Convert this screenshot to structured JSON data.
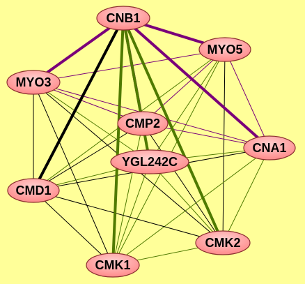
{
  "colors": {
    "background": "#ffff99",
    "node_fill": "#ff8a8a",
    "node_highlight": "#ffd0d0",
    "node_stroke": "#8a2f2f",
    "edge_purple": "#7a007a",
    "edge_green": "#4f7a00",
    "edge_black": "#000000"
  },
  "nodes": [
    {
      "id": "CNB1",
      "label": "CNB1"
    },
    {
      "id": "MYO5",
      "label": "MYO5"
    },
    {
      "id": "MYO3",
      "label": "MYO3"
    },
    {
      "id": "CMP2",
      "label": "CMP2"
    },
    {
      "id": "CNA1",
      "label": "CNA1"
    },
    {
      "id": "YGL242C",
      "label": "YGL242C"
    },
    {
      "id": "CMD1",
      "label": "CMD1"
    },
    {
      "id": "CMK2",
      "label": "CMK2"
    },
    {
      "id": "CMK1",
      "label": "CMK1"
    }
  ],
  "edges": [
    {
      "source": "CNB1",
      "target": "MYO5",
      "color": "purple",
      "weight": "thick"
    },
    {
      "source": "CNB1",
      "target": "CNA1",
      "color": "purple",
      "weight": "thick"
    },
    {
      "source": "CNB1",
      "target": "MYO3",
      "color": "purple",
      "weight": "thick"
    },
    {
      "source": "CNB1",
      "target": "CMP2",
      "color": "purple",
      "weight": "thick"
    },
    {
      "source": "CNB1",
      "target": "CMD1",
      "color": "black",
      "weight": "thick"
    },
    {
      "source": "CNB1",
      "target": "CMK1",
      "color": "green",
      "weight": "thick"
    },
    {
      "source": "CNB1",
      "target": "CMK2",
      "color": "green",
      "weight": "thick"
    },
    {
      "source": "CNB1",
      "target": "YGL242C",
      "color": "green",
      "weight": "thick"
    },
    {
      "source": "MYO5",
      "target": "MYO3",
      "color": "purple",
      "weight": "thin"
    },
    {
      "source": "MYO5",
      "target": "CMP2",
      "color": "purple",
      "weight": "thin"
    },
    {
      "source": "MYO5",
      "target": "CNA1",
      "color": "purple",
      "weight": "thin"
    },
    {
      "source": "MYO5",
      "target": "YGL242C",
      "color": "green",
      "weight": "thin"
    },
    {
      "source": "MYO5",
      "target": "CMD1",
      "color": "green",
      "weight": "thin"
    },
    {
      "source": "MYO5",
      "target": "CMK1",
      "color": "green",
      "weight": "thin"
    },
    {
      "source": "MYO5",
      "target": "CMK2",
      "color": "black",
      "weight": "thin"
    },
    {
      "source": "MYO3",
      "target": "CMP2",
      "color": "purple",
      "weight": "thin"
    },
    {
      "source": "MYO3",
      "target": "CNA1",
      "color": "purple",
      "weight": "thin"
    },
    {
      "source": "MYO3",
      "target": "YGL242C",
      "color": "green",
      "weight": "thin"
    },
    {
      "source": "MYO3",
      "target": "CMD1",
      "color": "black",
      "weight": "thin"
    },
    {
      "source": "MYO3",
      "target": "CMK1",
      "color": "black",
      "weight": "thin"
    },
    {
      "source": "MYO3",
      "target": "CMK2",
      "color": "black",
      "weight": "thin"
    },
    {
      "source": "CMP2",
      "target": "CNA1",
      "color": "purple",
      "weight": "thin"
    },
    {
      "source": "CMP2",
      "target": "YGL242C",
      "color": "green",
      "weight": "thin"
    },
    {
      "source": "CMP2",
      "target": "CMD1",
      "color": "black",
      "weight": "thin"
    },
    {
      "source": "CMP2",
      "target": "CMK1",
      "color": "green",
      "weight": "thin"
    },
    {
      "source": "CMP2",
      "target": "CMK2",
      "color": "black",
      "weight": "thin"
    },
    {
      "source": "CNA1",
      "target": "YGL242C",
      "color": "green",
      "weight": "thin"
    },
    {
      "source": "CNA1",
      "target": "CMD1",
      "color": "black",
      "weight": "thin"
    },
    {
      "source": "CNA1",
      "target": "CMK2",
      "color": "green",
      "weight": "thin"
    },
    {
      "source": "CNA1",
      "target": "CMK1",
      "color": "green",
      "weight": "thin"
    },
    {
      "source": "YGL242C",
      "target": "CMD1",
      "color": "green",
      "weight": "thin"
    },
    {
      "source": "YGL242C",
      "target": "CMK1",
      "color": "green",
      "weight": "thin"
    },
    {
      "source": "YGL242C",
      "target": "CMK2",
      "color": "green",
      "weight": "thin"
    },
    {
      "source": "CMD1",
      "target": "CMK1",
      "color": "black",
      "weight": "thin"
    },
    {
      "source": "CMD1",
      "target": "CMK2",
      "color": "black",
      "weight": "thin"
    },
    {
      "source": "CMK1",
      "target": "CMK2",
      "color": "green",
      "weight": "thin"
    }
  ]
}
